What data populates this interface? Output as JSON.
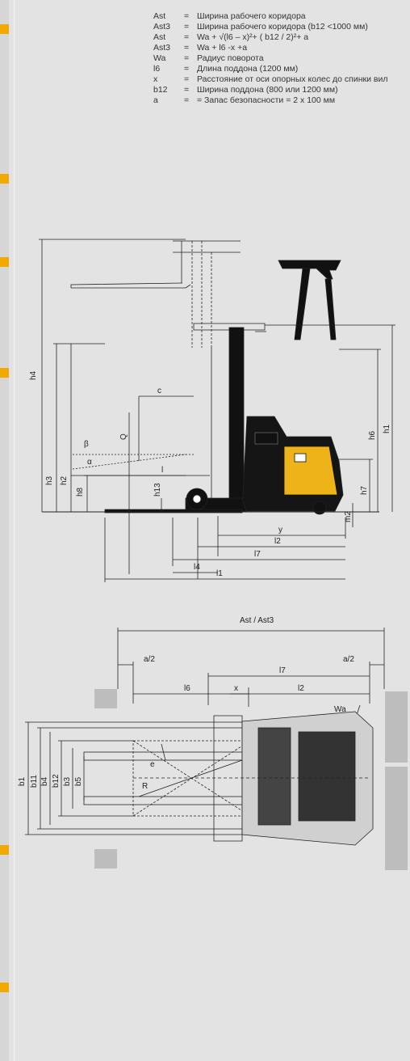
{
  "edge_tab_color": "#f2a900",
  "legend": [
    {
      "sym": "Ast",
      "eq": "=",
      "text": "Ширина рабочего коридора"
    },
    {
      "sym": "Ast3",
      "eq": "=",
      "text": "Ширина рабочего коридора (b12 <1000 мм)"
    },
    {
      "sym": "Ast",
      "eq": "=",
      "text": "Wa + √(l6 – x)²+ ( b12 / 2)²+ a"
    },
    {
      "sym": "Ast3",
      "eq": "=",
      "text": "Wa + l6 -x +a"
    },
    {
      "sym": "Wa",
      "eq": "=",
      "text": "Радиус поворота"
    },
    {
      "sym": "l6",
      "eq": "=",
      "text": "Длина поддона (1200 мм)"
    },
    {
      "sym": "x",
      "eq": "=",
      "text": "Расстояние от оси опорных колес до спинки вил"
    },
    {
      "sym": "b12",
      "eq": "=",
      "text": "Ширина поддона (800 или 1200 мм)"
    },
    {
      "sym": "a",
      "eq": "=",
      "text": "= Запас безопасности = 2 x 100 мм"
    }
  ],
  "side_view": {
    "labels": {
      "h4": "h4",
      "h3": "h3",
      "h2": "h2",
      "h8": "h8",
      "h13": "h13",
      "h1": "h1",
      "h6": "h6",
      "h7": "h7",
      "m2": "m2",
      "c": "c",
      "q": "Q",
      "beta": "β",
      "alpha": "α",
      "l": "l",
      "y": "y",
      "l2": "l2",
      "l7": "l7",
      "l4": "l4",
      "l1": "l1"
    }
  },
  "top_view": {
    "labels": {
      "ast": "Ast / Ast3",
      "a2_left": "a/2",
      "a2_right": "a/2",
      "l7": "l7",
      "l6": "l6",
      "x": "x",
      "l2": "l2",
      "wa": "Wa",
      "e": "e",
      "r": "R",
      "b1": "b1",
      "b11": "b11",
      "b4": "b4",
      "b12": "b12",
      "b3": "b3",
      "b5": "b5"
    }
  }
}
